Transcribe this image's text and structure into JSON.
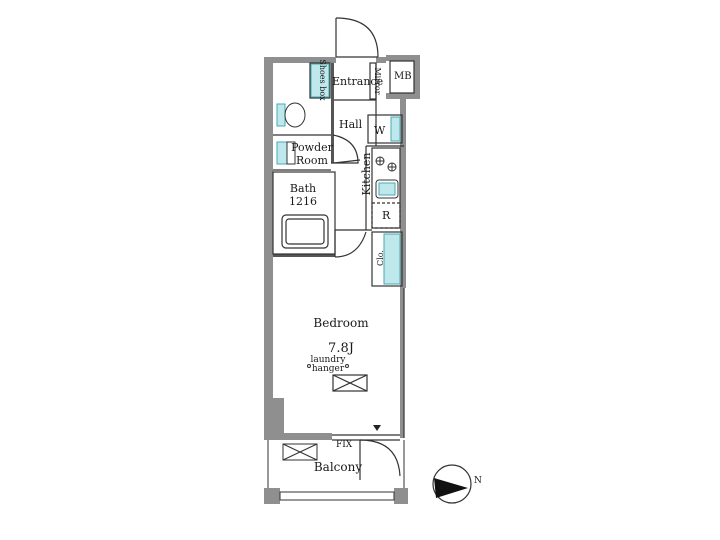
{
  "rooms": {
    "entrance": "Entrance",
    "shoes_box": "Shoes box",
    "mirror": "Mirror",
    "mb": "MB",
    "hall": "Hall",
    "w": "W",
    "powder_room_line1": "Powder",
    "powder_room_line2": "Room",
    "bath_line1": "Bath",
    "bath_line2": "1216",
    "kitchen": "Kitchen",
    "r": "R",
    "clo": "Clo.",
    "bedroom": "Bedroom",
    "bedroom_size": "7.8J",
    "laundry_line1": "laundry",
    "laundry_line2": "hanger",
    "fix": "FIX",
    "balcony": "Balcony"
  },
  "compass": {
    "north_label": "N"
  },
  "colors": {
    "wall": "#8f8f8f",
    "fixture_fill": "#bfe8ec",
    "fixture_stroke": "#4aaab5",
    "line": "#333333"
  }
}
